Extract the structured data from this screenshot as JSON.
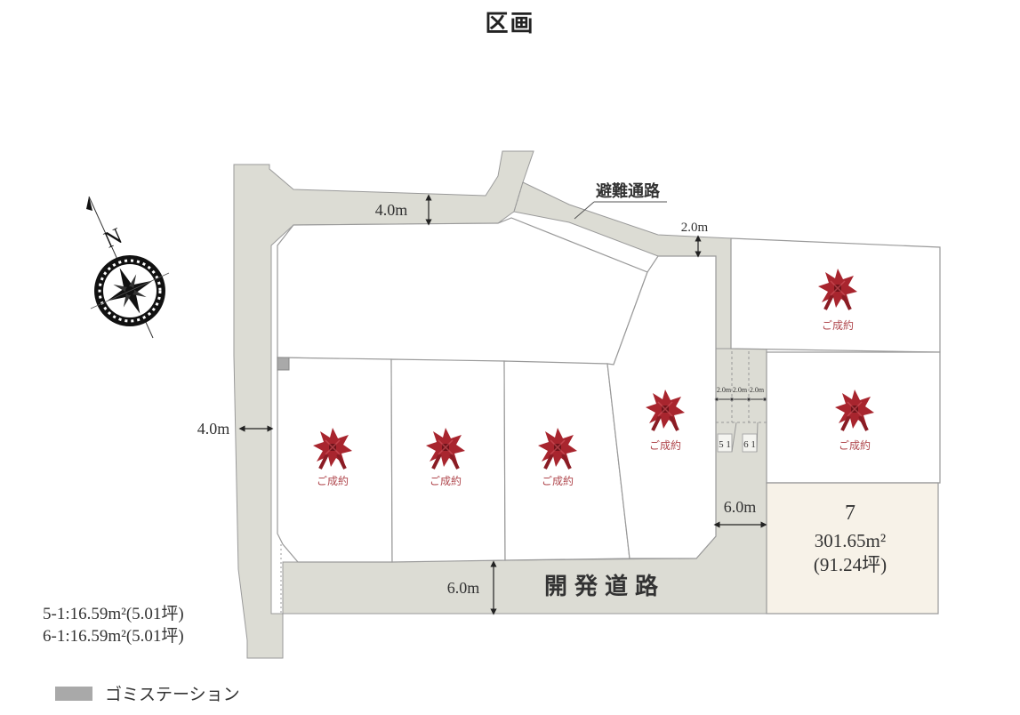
{
  "title": "区画",
  "compass": {
    "label": "N",
    "icon": "compass-rose-icon"
  },
  "roads": {
    "evacuation_route": "避難通路",
    "development_road": "開発道路",
    "widths": {
      "top_road": "4.0m",
      "west_road": "4.0m",
      "evacuation": "2.0m",
      "dev_road": "6.0m",
      "dev_road_east": "6.0m",
      "subdivisions": [
        "2.0m",
        "2.0m",
        "2.0m"
      ]
    }
  },
  "lots": [
    {
      "id": "lot-1",
      "status": "ご成約"
    },
    {
      "id": "lot-2",
      "status": "ご成約"
    },
    {
      "id": "lot-3",
      "status": "ご成約"
    },
    {
      "id": "lot-4",
      "status": "ご成約"
    },
    {
      "id": "lot-5",
      "status": "ご成約"
    },
    {
      "id": "lot-6",
      "status": "ご成約"
    },
    {
      "id": "lot-7",
      "number": "7",
      "area_m2": "301.65m²",
      "area_tsubo": "(91.24坪)",
      "highlight": "#f7f2e8"
    }
  ],
  "small_plots": [
    {
      "label": "5-1",
      "short": "5 1"
    },
    {
      "label": "6-1",
      "short": "6 1"
    }
  ],
  "area_notes": [
    "5-1:16.59m²(5.01坪)",
    "6-1:16.59m²(5.01坪)"
  ],
  "legend": {
    "label": "ゴミステーション",
    "color": "#a9a9a9"
  },
  "colors": {
    "road": "#dcdcd4",
    "lot_border": "#9a9a9a",
    "sold": "#a8252e",
    "lot7": "#f7f2e8"
  }
}
